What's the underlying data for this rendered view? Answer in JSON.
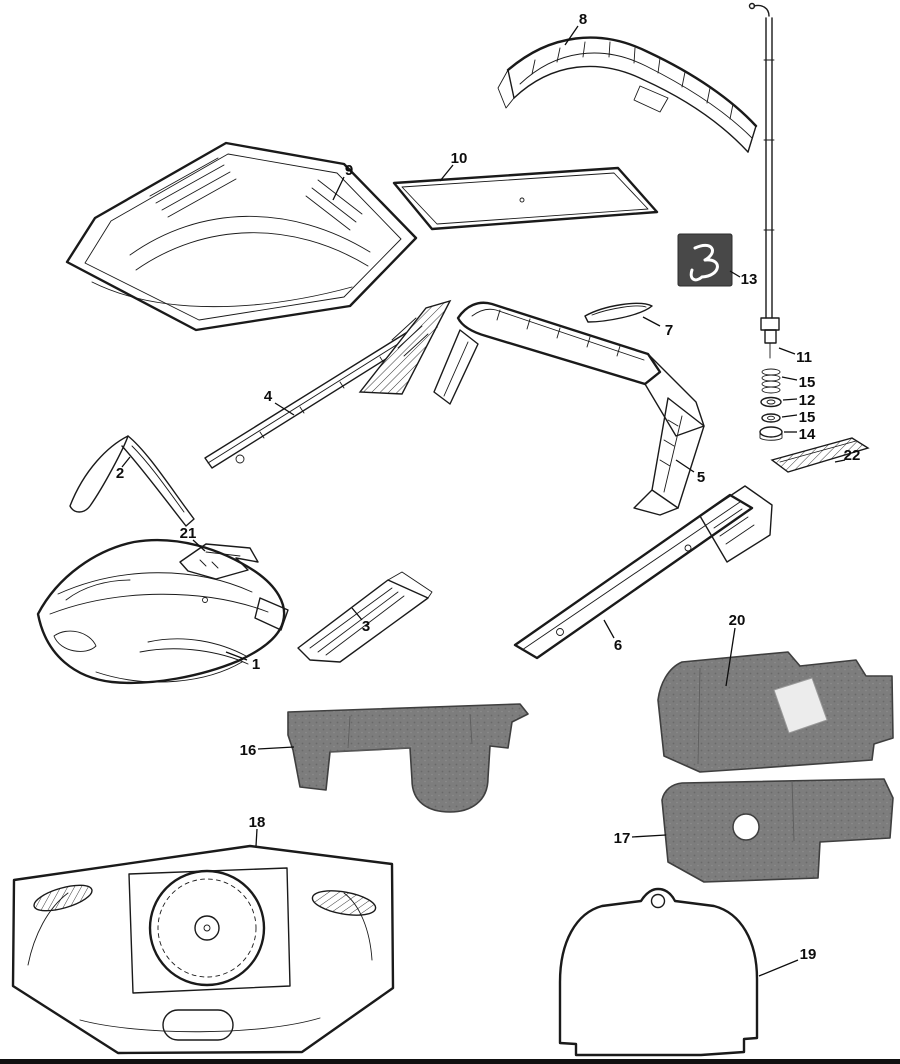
{
  "diagram": {
    "type": "exploded-parts-diagram",
    "colors": {
      "background": "#ffffff",
      "line": "#1a1a1a",
      "carpet": "#7d7d7d",
      "carpet_dark": "#696969",
      "emblem_bg": "#484848",
      "label": "#0d0d0d"
    },
    "callouts": {
      "c1": {
        "label": "1"
      },
      "c2": {
        "label": "2"
      },
      "c3": {
        "label": "3"
      },
      "c4": {
        "label": "4"
      },
      "c5": {
        "label": "5"
      },
      "c6": {
        "label": "6"
      },
      "c7": {
        "label": "7"
      },
      "c8": {
        "label": "8"
      },
      "c9": {
        "label": "9"
      },
      "c10": {
        "label": "10"
      },
      "c11": {
        "label": "11"
      },
      "c12": {
        "label": "12"
      },
      "c13": {
        "label": "13"
      },
      "c14": {
        "label": "14"
      },
      "c15a": {
        "label": "15"
      },
      "c15b": {
        "label": "15"
      },
      "c16": {
        "label": "16"
      },
      "c17": {
        "label": "17"
      },
      "c18": {
        "label": "18"
      },
      "c19": {
        "label": "19"
      },
      "c20": {
        "label": "20"
      },
      "c21": {
        "label": "21"
      },
      "c22": {
        "label": "22"
      }
    }
  }
}
